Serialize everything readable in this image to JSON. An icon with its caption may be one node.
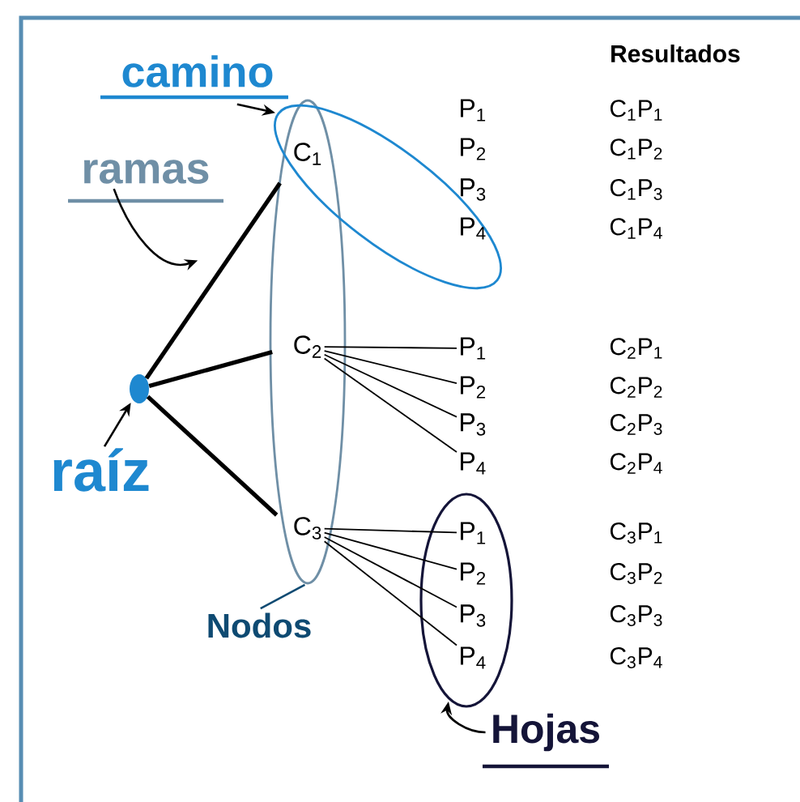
{
  "diagram": {
    "nodes": [
      {
        "text": [
          "camino"
        ]
      },
      {
        "text": [
          "ramas"
        ]
      },
      {
        "text": [
          "raíz"
        ]
      },
      {
        "text": [
          "Nodos"
        ]
      },
      {
        "text": [
          "Hojas"
        ]
      },
      {
        "text": [],
        "shape": "ellipse"
      },
      {
        "text": [],
        "shape": "ellipse"
      },
      {
        "text": [],
        "shape": "ellipse"
      },
      {
        "text": [],
        "shape": "circle"
      },
      {
        "text": [
          "C$_{1}$"
        ]
      },
      {
        "text": [
          "C$_{2}$"
        ],
        "in": 5
      },
      {
        "text": [
          "C$_{3}$"
        ],
        "in": 5
      },
      {
        "text": [
          "P$_{1}$"
        ]
      },
      {
        "text": [
          "P$_{2}$"
        ]
      },
      {
        "text": [
          "P$_{3}$"
        ]
      },
      {
        "text": [
          "P$_{4}$"
        ],
        "in": 6
      },
      {
        "text": [
          "P$_{1}$"
        ]
      },
      {
        "text": [
          "P$_{2}$"
        ]
      },
      {
        "text": [
          "P$_{3}$"
        ]
      },
      {
        "text": [
          "P$_{4}$"
        ]
      },
      {
        "text": [
          "P$_{1}$"
        ],
        "in": 7
      },
      {
        "text": [
          "P$_{2}$"
        ],
        "in": 7
      },
      {
        "text": [
          "P$_{3}$"
        ],
        "in": 7
      },
      {
        "text": [
          "P$_{4}$"
        ],
        "in": 7
      }
    ],
    "edges": [
      {
        "from": 0,
        "to": 6,
        "arrow": "to"
      },
      {
        "from": 1,
        "to": null,
        "arrow": "to"
      },
      {
        "from": 2,
        "to": 8,
        "arrow": "to"
      },
      {
        "from": 3,
        "to": 5,
        "arrow": "none",
        "color": "#0e4a72"
      },
      {
        "from": 4,
        "to": 7,
        "arrow": "to"
      },
      {
        "from": 8,
        "to": 9,
        "arrow": "none",
        "style": "thick"
      },
      {
        "from": 8,
        "to": 10,
        "arrow": "none",
        "style": "thick"
      },
      {
        "from": 8,
        "to": 11,
        "arrow": "none",
        "style": "thick"
      },
      {
        "from": 10,
        "to": 16,
        "arrow": "none"
      },
      {
        "from": 10,
        "to": 17,
        "arrow": "none"
      },
      {
        "from": 10,
        "to": 18,
        "arrow": "none"
      },
      {
        "from": 10,
        "to": 19,
        "arrow": "none"
      },
      {
        "from": 11,
        "to": 20,
        "arrow": "none"
      },
      {
        "from": 11,
        "to": 21,
        "arrow": "none"
      },
      {
        "from": 11,
        "to": 22,
        "arrow": "none"
      },
      {
        "from": 11,
        "to": 23,
        "arrow": "none"
      }
    ],
    "labels": [
      "Resultados",
      "C$_{1}$P$_{1}$",
      "C$_{1}$P$_{2}$",
      "C$_{1}$P$_{3}$",
      "C$_{1}$P$_{4}$",
      "C$_{2}$P$_{1}$",
      "C$_{2}$P$_{2}$",
      "C$_{2}$P$_{3}$",
      "C$_{2}$P$_{4}$",
      "C$_{3}$P$_{1}$",
      "C$_{3}$P$_{2}$",
      "C$_{3}$P$_{3}$",
      "C$_{3}$P$_{4}$"
    ]
  }
}
